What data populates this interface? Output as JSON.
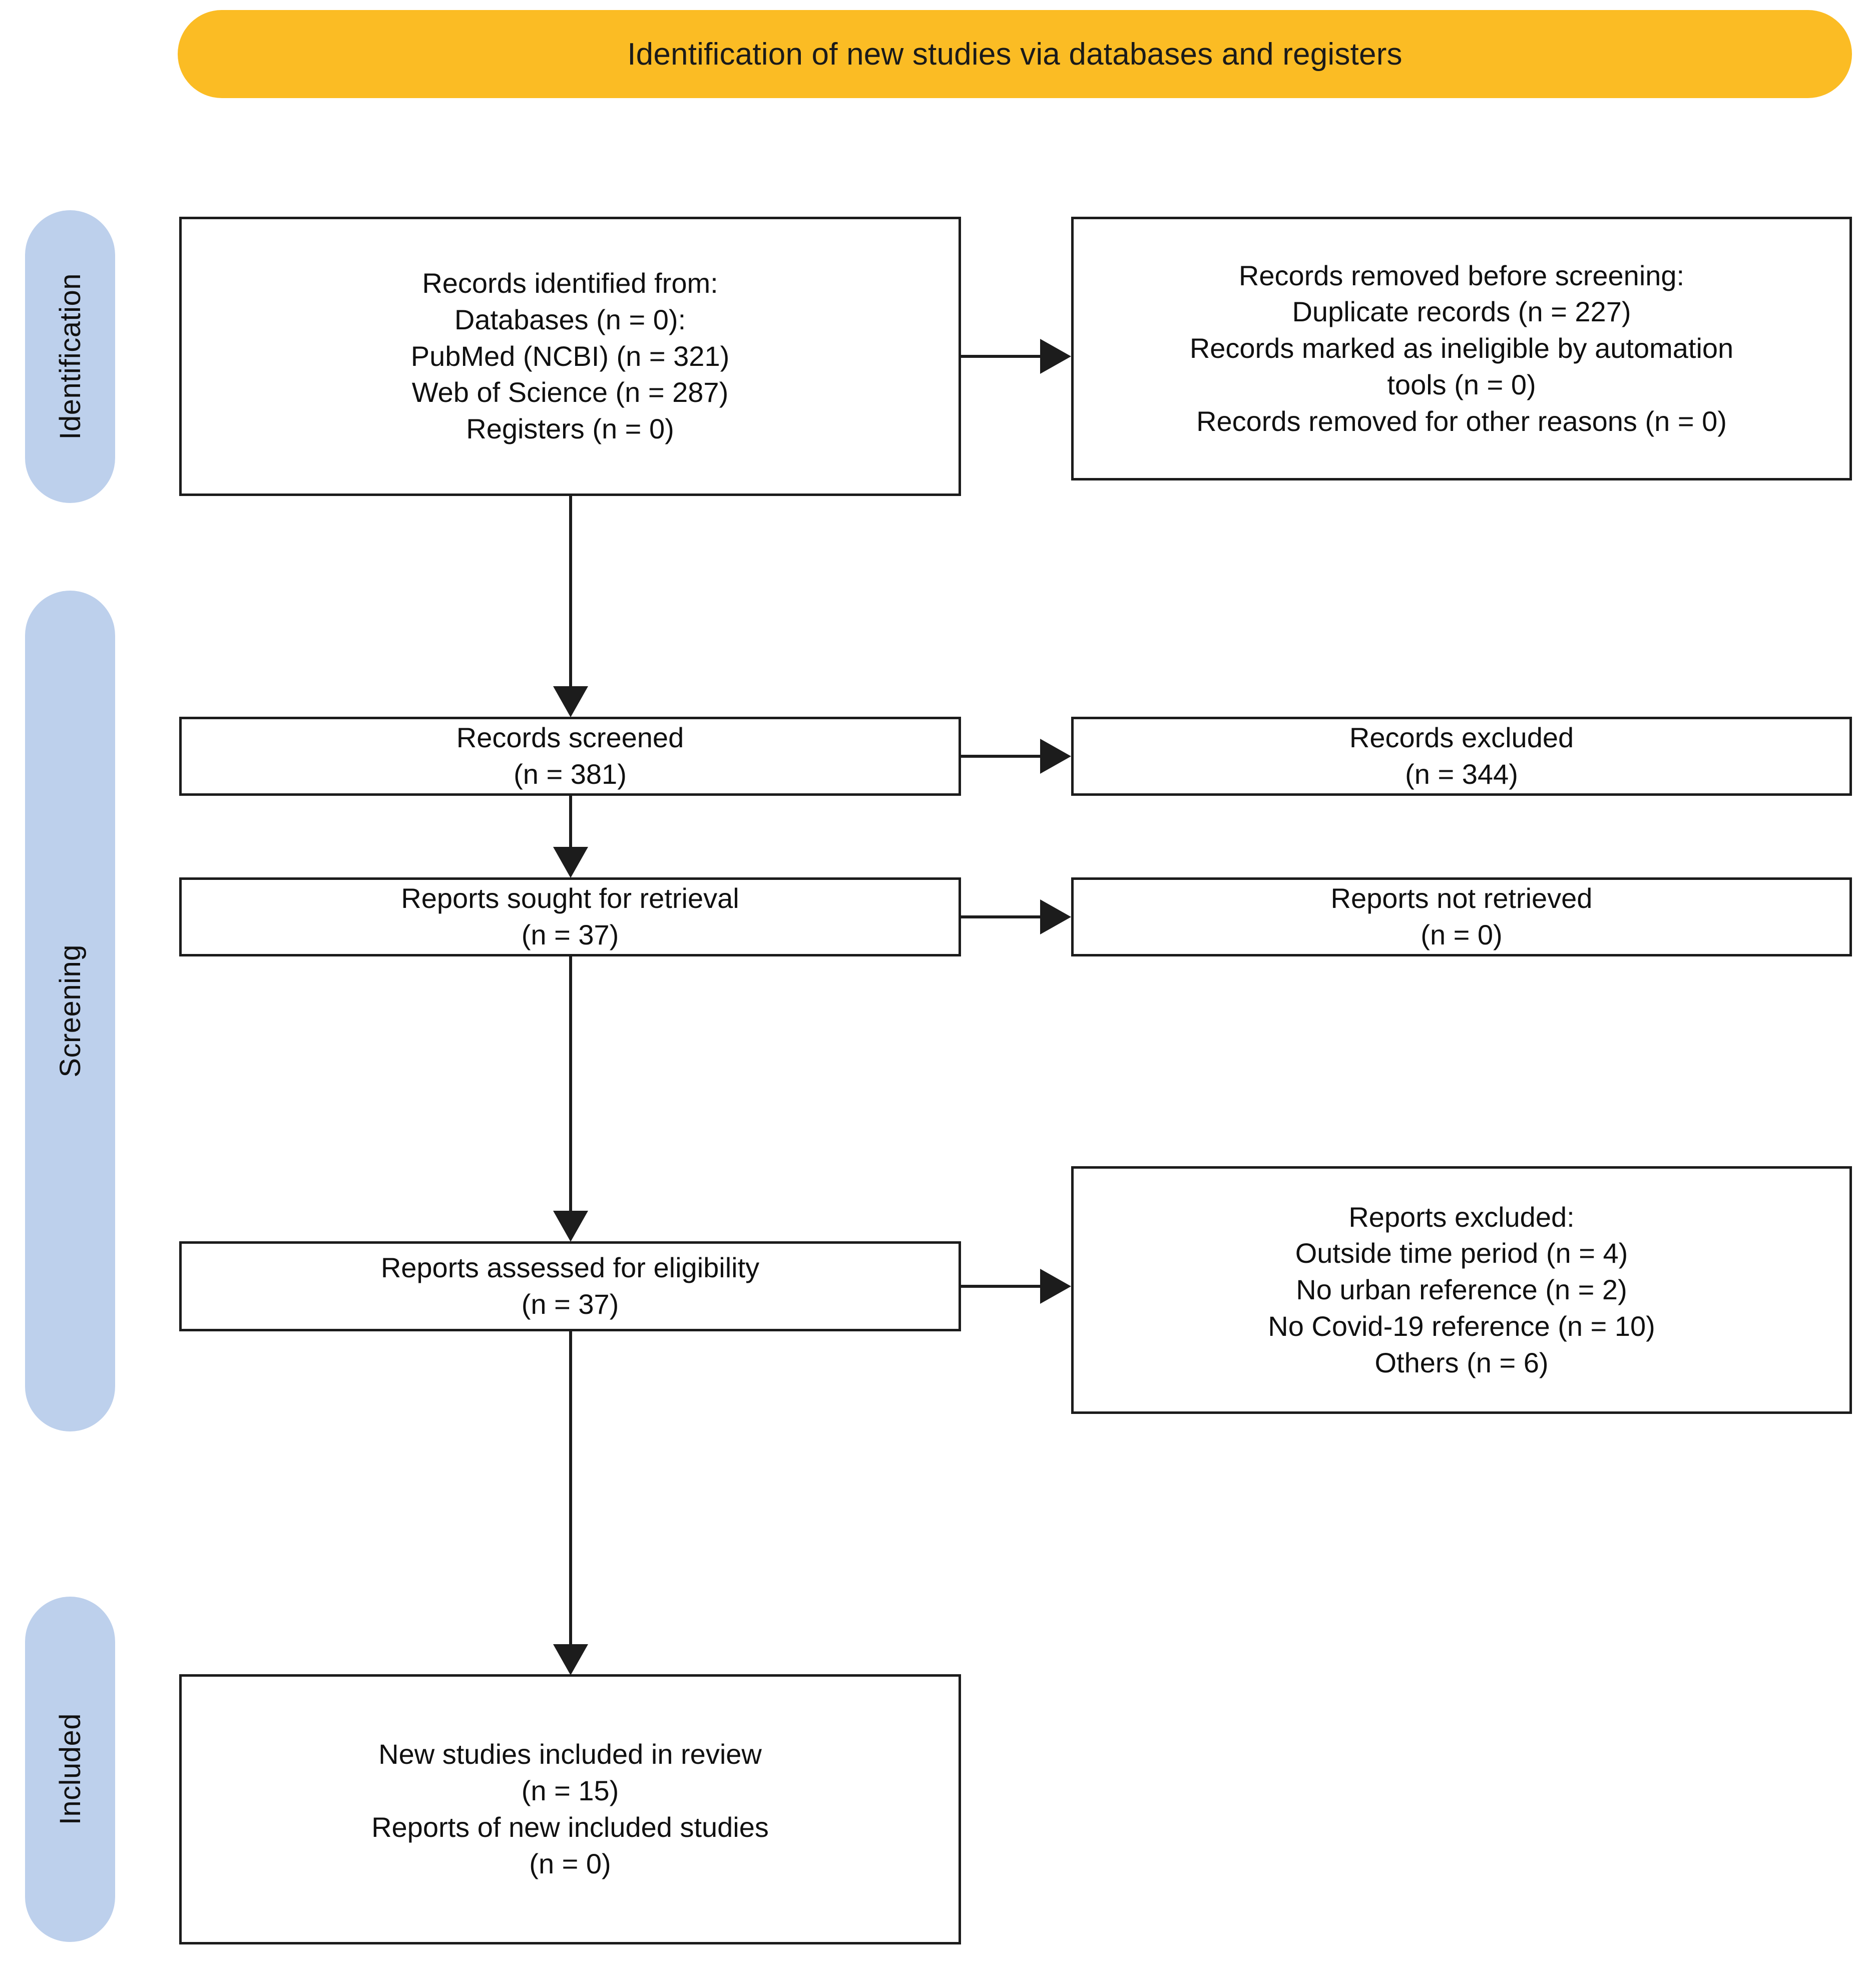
{
  "banner": {
    "title": "Identification of new studies via databases and registers",
    "color": "#FBBC24"
  },
  "stage_labels": {
    "color": "#BDD0EC",
    "identification": "Identification",
    "screening": "Screening",
    "included": "Included"
  },
  "boxes": {
    "identified": {
      "name": "records-identified",
      "lines": [
        "Records identified from:",
        "Databases (n = 0):",
        "PubMed (NCBI) (n =  321)",
        "Web of Science (n =  287)",
        "Registers (n = 0)"
      ]
    },
    "removed": {
      "name": "records-removed-before-screening",
      "lines": [
        "Records removed before screening:",
        "Duplicate records (n = 227)",
        "Records marked as ineligible by automation",
        "tools (n = 0)",
        "Records removed for other reasons (n = 0)"
      ]
    },
    "screened": {
      "name": "records-screened",
      "lines": [
        "Records screened",
        "(n = 381)"
      ]
    },
    "excluded": {
      "name": "records-excluded",
      "lines": [
        "Records excluded",
        "(n = 344)"
      ]
    },
    "sought": {
      "name": "reports-sought-for-retrieval",
      "lines": [
        "Reports sought for retrieval",
        "(n = 37)"
      ]
    },
    "not_retrieved": {
      "name": "reports-not-retrieved",
      "lines": [
        "Reports not retrieved",
        "(n = 0)"
      ]
    },
    "assessed": {
      "name": "reports-assessed-for-eligibility",
      "lines": [
        "Reports assessed for eligibility",
        "(n = 37)"
      ]
    },
    "reports_excluded": {
      "name": "reports-excluded",
      "lines": [
        "Reports excluded:",
        "Outside time period (n =  4)",
        "No urban reference (n =  2)",
        "No Covid-19 reference (n =  10)",
        "Others (n =  6)"
      ]
    },
    "included": {
      "name": "new-studies-included",
      "lines": [
        "New studies included in review",
        "(n = 15)",
        "Reports of new included studies",
        "(n = 0)"
      ]
    }
  },
  "chart_data": {
    "type": "diagram",
    "title": "Identification of new studies via databases and registers",
    "stages": [
      "Identification",
      "Screening",
      "Included"
    ],
    "nodes": [
      {
        "id": "identified",
        "stage": "Identification",
        "label": "Records identified from",
        "values": {
          "Databases": 0,
          "PubMed (NCBI)": 321,
          "Web of Science": 287,
          "Registers": 0
        }
      },
      {
        "id": "removed",
        "stage": "Identification",
        "label": "Records removed before screening",
        "values": {
          "Duplicate records": 227,
          "Records marked as ineligible by automation tools": 0,
          "Records removed for other reasons": 0
        }
      },
      {
        "id": "screened",
        "stage": "Screening",
        "label": "Records screened",
        "values": {
          "n": 381
        }
      },
      {
        "id": "excluded",
        "stage": "Screening",
        "label": "Records excluded",
        "values": {
          "n": 344
        }
      },
      {
        "id": "sought",
        "stage": "Screening",
        "label": "Reports sought for retrieval",
        "values": {
          "n": 37
        }
      },
      {
        "id": "not_retrieved",
        "stage": "Screening",
        "label": "Reports not retrieved",
        "values": {
          "n": 0
        }
      },
      {
        "id": "assessed",
        "stage": "Screening",
        "label": "Reports assessed for eligibility",
        "values": {
          "n": 37
        }
      },
      {
        "id": "reports_excluded",
        "stage": "Screening",
        "label": "Reports excluded",
        "values": {
          "Outside time period": 4,
          "No urban reference": 2,
          "No Covid-19 reference": 10,
          "Others": 6
        }
      },
      {
        "id": "included",
        "stage": "Included",
        "label": "New studies included in review",
        "values": {
          "New studies included in review": 15,
          "Reports of new included studies": 0
        }
      }
    ],
    "edges": [
      {
        "from": "identified",
        "to": "removed",
        "direction": "right"
      },
      {
        "from": "identified",
        "to": "screened",
        "direction": "down"
      },
      {
        "from": "screened",
        "to": "excluded",
        "direction": "right"
      },
      {
        "from": "screened",
        "to": "sought",
        "direction": "down"
      },
      {
        "from": "sought",
        "to": "not_retrieved",
        "direction": "right"
      },
      {
        "from": "sought",
        "to": "assessed",
        "direction": "down"
      },
      {
        "from": "assessed",
        "to": "reports_excluded",
        "direction": "right"
      },
      {
        "from": "assessed",
        "to": "included",
        "direction": "down"
      }
    ]
  }
}
